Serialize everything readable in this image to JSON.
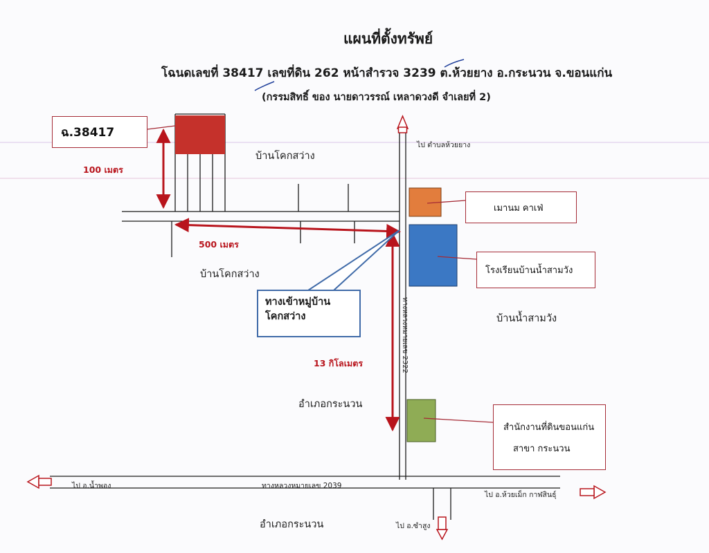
{
  "title": "แผนที่ตั้งทรัพย์",
  "subtitle": "โฉนดเลขที่ 38417 เลขที่ดิน 262 หน้าสำรวจ 3239 ต.ห้วยยาง อ.กระนวน จ.ขอนแก่น",
  "owner_note": "(กรรมสิทธิ์ ของ นายดาวรรณ์  เหลาดวงดี จำเลยที่ 2)",
  "parcel_label": "ฉ.38417",
  "distances": {
    "d100": "100 เมตร",
    "d500": "500 เมตร",
    "d13": "13 กิโลเมตร"
  },
  "places": {
    "ban_khok_sawang_top": "บ้านโคกสว่าง",
    "ban_khok_sawang_mid": "บ้านโคกสว่าง",
    "ban_nam_sam_wang": "บ้านน้ำสามวัง",
    "amphoe_kranuan_mid": "อำเภอกระนวน",
    "amphoe_kranuan_bottom": "อำเภอกระนวน"
  },
  "callouts": {
    "cafe": "เมานม คาเฟ่",
    "school": "โรงเรียนบ้านน้ำสามวัง",
    "land_office_line1": "สำนักงานที่ดินขอนแก่น",
    "land_office_line2": "สาขา กระนวน",
    "village_entrance_line1": "ทางเข้าหมู่บ้าน",
    "village_entrance_line2": "โคกสว่าง"
  },
  "directions": {
    "to_huai_yang": "ไป ตำบลห้วยยาง",
    "to_nam_phong": "ไป อ.น้ำพอง",
    "to_huai_mek": "ไป อ.ห้วยเม็ก กาฬสินธุ์",
    "to_sam_sung": "ไป อ.ซำสูง"
  },
  "roads": {
    "highway_2039": "ทางหลวงหมายเลข  2039",
    "vertical_highway": "ทางหลวงหมายเลข  2322"
  },
  "colors": {
    "parcel": "#c5312b",
    "cafe": "#e27d3d",
    "school": "#3b78c4",
    "land_office": "#8fac55",
    "dimension": "#b8141c",
    "callout_border": "#a52a35",
    "callout_blue_border": "#3f6aa8"
  }
}
